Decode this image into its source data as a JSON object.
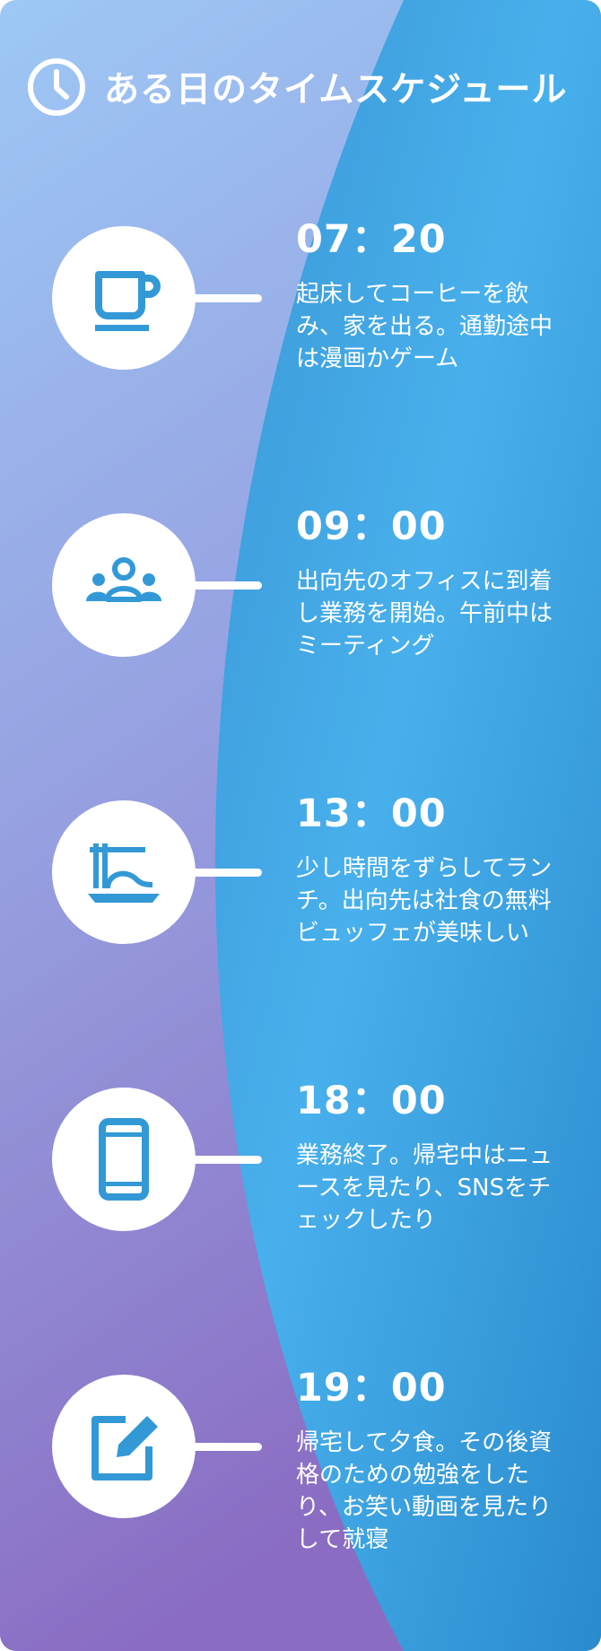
{
  "header": {
    "icon": "clock-icon",
    "title": "ある日のタイムスケジュール"
  },
  "colors": {
    "accent": "#3399d6",
    "gradient_left_top": "#9cc6f4",
    "gradient_left_bottom": "#8a6fc4",
    "gradient_right_top": "#3a9ad8",
    "gradient_right_mid": "#4ab2ec",
    "gradient_right_bottom": "#2b8ecf"
  },
  "schedule": [
    {
      "time": "07：20",
      "icon": "coffee-cup-icon",
      "text": "起床してコーヒーを飲み、家を出る。通勤途中は漫画かゲーム"
    },
    {
      "time": "09：00",
      "icon": "people-group-icon",
      "text": "出向先のオフィスに到着し業務を開始。午前中はミーティング"
    },
    {
      "time": "13：00",
      "icon": "noodle-bowl-icon",
      "text": "少し時間をずらしてランチ。出向先は社食の無料ビュッフェが美味しい"
    },
    {
      "time": "18：00",
      "icon": "smartphone-icon",
      "text": "業務終了。帰宅中はニュースを見たり、SNSをチェックしたり"
    },
    {
      "time": "19：00",
      "icon": "edit-note-icon",
      "text": "帰宅して夕食。その後資格のための勉強をしたり、お笑い動画を見たりして就寝"
    }
  ]
}
